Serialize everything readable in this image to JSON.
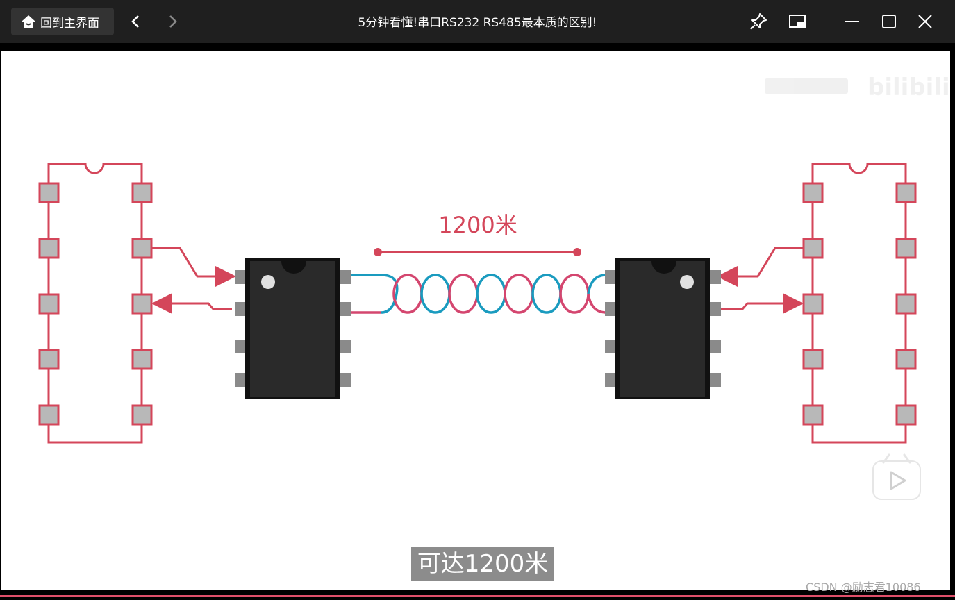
{
  "titlebar": {
    "home_label": "回到主界面",
    "title": "5分钟看懂!串口RS232 RS485最本质的区别!"
  },
  "icons": [
    "home-icon",
    "chevron-left-icon",
    "chevron-right-icon",
    "pin-icon",
    "picture-in-picture-icon",
    "minimize-icon",
    "maximize-icon",
    "close-icon",
    "play-icon"
  ],
  "video": {
    "brand_logo": "bilibili",
    "distance_label": "1200米",
    "subtitle": "可达1200米",
    "watermark": "CSDN @励志君10086"
  },
  "colors": {
    "accent": "#d4465a",
    "cable_blue": "#1a9bbf",
    "cable_pink": "#d4466f",
    "chip": "#262626",
    "pad": "#b8b8b8"
  }
}
